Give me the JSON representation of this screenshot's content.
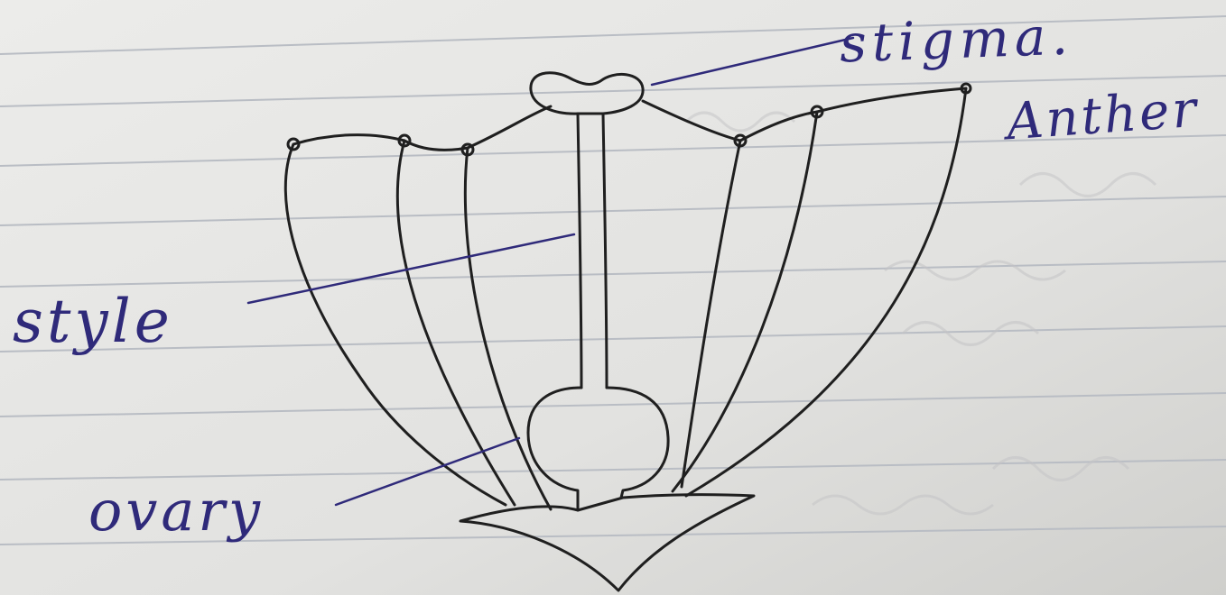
{
  "labels": {
    "stigma": "stigma.",
    "anther": "Anther",
    "style": "style",
    "ovary": "ovary"
  },
  "colors": {
    "paper": "#e4e4e2",
    "rule_line": "#b9bdc4",
    "pencil_ink": "#1f1f1f",
    "label_ink": "#2f2a7a"
  }
}
